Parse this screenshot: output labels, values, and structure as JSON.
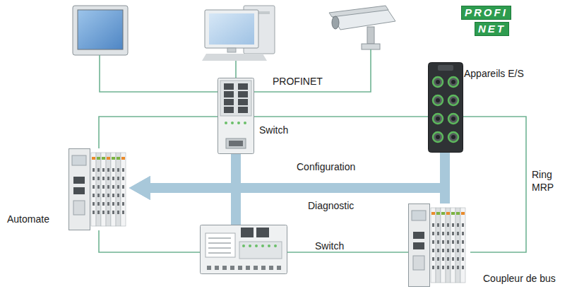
{
  "diagram": {
    "nodes": [
      {
        "text": [
          "Switch"
        ]
      },
      {
        "text": [
          "Appareils E/S"
        ]
      },
      {
        "text": [
          "Automate"
        ]
      },
      {
        "text": [
          "Switch"
        ]
      },
      {
        "text": [
          "Coupleur de bus"
        ]
      }
    ],
    "edges": [
      {
        "from": 0,
        "to": 1,
        "arrow": "none"
      },
      {
        "from": 0,
        "to": 2,
        "arrow": "none"
      },
      {
        "from": 2,
        "to": 3,
        "arrow": "none"
      },
      {
        "from": 3,
        "to": 4,
        "arrow": "none"
      },
      {
        "from": 4,
        "to": 1,
        "arrow": "none"
      },
      {
        "from": 1,
        "to": 2,
        "arrow": "to"
      },
      {
        "from": 4,
        "to": 2,
        "arrow": "to"
      },
      {
        "from": 0,
        "to": 2,
        "arrow": "to"
      },
      {
        "from": 3,
        "to": 2,
        "arrow": "to"
      }
    ],
    "labels": [
      "PROFINET",
      "Configuration",
      "Diagnostic",
      "Ring MRP",
      "PROFI",
      "NET"
    ]
  }
}
